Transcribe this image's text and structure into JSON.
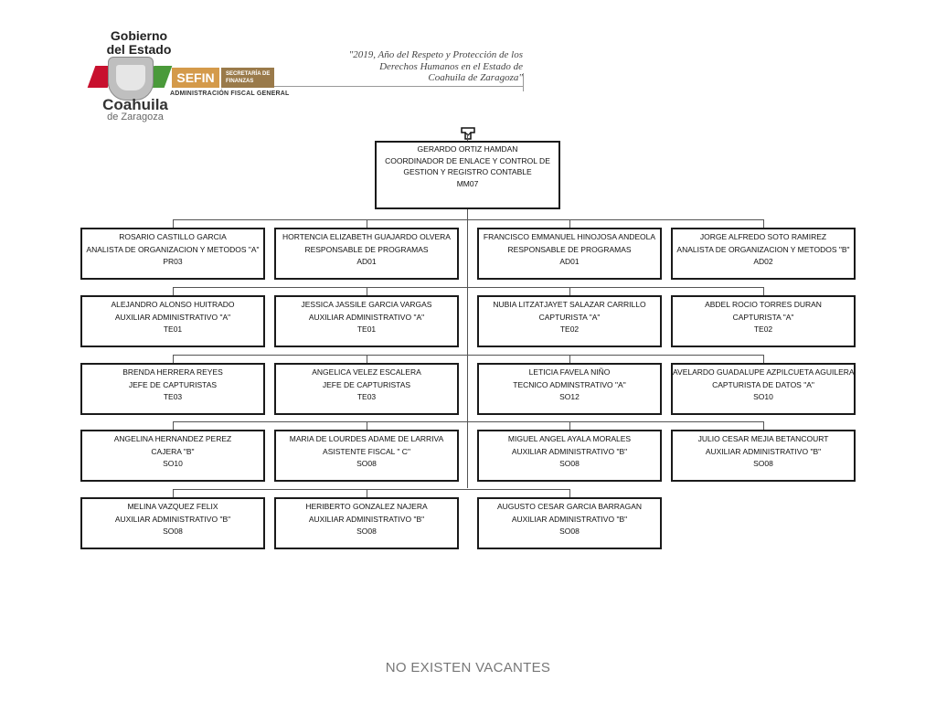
{
  "header": {
    "logo": {
      "line1": "Gobierno",
      "line2": "del Estado",
      "state": "Coahuila",
      "state_sub": "de Zaragoza",
      "sefin": "SEFIN",
      "secretaria": "SECRETARÍA DE FINANZAS",
      "agency": "ADMINISTRACIÓN FISCAL GENERAL"
    },
    "motto_lines": [
      "\"2019, Año del Respeto y Protección de los",
      "Derechos Humanos en el Estado de",
      "Coahuila de Zaragoza\""
    ]
  },
  "org_chart": {
    "head": {
      "name": "GERARDO ORTIZ HAMDAN",
      "title_line1": "COORDINADOR DE ENLACE Y CONTROL DE",
      "title_line2": "GESTION Y REGISTRO CONTABLE",
      "code": "MM07"
    },
    "staff": [
      {
        "name": "ROSARIO CASTILLO GARCIA",
        "title": "ANALISTA DE ORGANIZACION Y METODOS \"A\"",
        "code": "PR03"
      },
      {
        "name": "HORTENCIA ELIZABETH GUAJARDO OLVERA",
        "title": "RESPONSABLE DE PROGRAMAS",
        "code": "AD01"
      },
      {
        "name": "FRANCISCO EMMANUEL HINOJOSA ANDEOLA",
        "title": "RESPONSABLE DE PROGRAMAS",
        "code": "AD01"
      },
      {
        "name": "JORGE ALFREDO SOTO RAMIREZ",
        "title": "ANALISTA DE ORGANIZACION Y METODOS \"B\"",
        "code": "AD02"
      },
      {
        "name": "ALEJANDRO ALONSO HUITRADO",
        "title": "AUXILIAR ADMINISTRATIVO \"A\"",
        "code": "TE01"
      },
      {
        "name": "JESSICA JASSILE GARCIA VARGAS",
        "title": "AUXILIAR ADMINISTRATIVO \"A\"",
        "code": "TE01"
      },
      {
        "name": "NUBIA LITZATJAYET SALAZAR CARRILLO",
        "title": "CAPTURISTA \"A\"",
        "code": "TE02"
      },
      {
        "name": "ABDEL ROCIO TORRES DURAN",
        "title": "CAPTURISTA \"A\"",
        "code": "TE02"
      },
      {
        "name": "BRENDA HERRERA REYES",
        "title": "JEFE DE CAPTURISTAS",
        "code": "TE03"
      },
      {
        "name": "ANGELICA VELEZ ESCALERA",
        "title": "JEFE DE CAPTURISTAS",
        "code": "TE03"
      },
      {
        "name": "LETICIA FAVELA NIÑO",
        "title": "TECNICO ADMINSTRATIVO \"A\"",
        "code": "SO12"
      },
      {
        "name": "AVELARDO GUADALUPE AZPILCUETA AGUILERA",
        "title": "CAPTURISTA DE DATOS  \"A\"",
        "code": "SO10"
      },
      {
        "name": "ANGELINA HERNANDEZ PEREZ",
        "title": "CAJERA \"B\"",
        "code": "SO10"
      },
      {
        "name": "MARIA DE LOURDES ADAME DE LARRIVA",
        "title": "ASISTENTE FISCAL \" C\"",
        "code": "SO08"
      },
      {
        "name": "MIGUEL ANGEL AYALA MORALES",
        "title": "AUXILIAR ADMINISTRATIVO \"B\"",
        "code": "SO08"
      },
      {
        "name": "JULIO CESAR MEJIA BETANCOURT",
        "title": "AUXILIAR ADMINISTRATIVO \"B\"",
        "code": "SO08"
      },
      {
        "name": "MELINA VAZQUEZ FELIX",
        "title": "AUXILIAR ADMINISTRATIVO \"B\"",
        "code": "SO08"
      },
      {
        "name": "HERIBERTO GONZALEZ NAJERA",
        "title": "AUXILIAR ADMINISTRATIVO \"B\"",
        "code": "SO08"
      },
      {
        "name": "AUGUSTO CESAR GARCIA BARRAGAN",
        "title": "AUXILIAR ADMINISTRATIVO \"B\"",
        "code": "SO08"
      }
    ]
  },
  "footer": "NO EXISTEN VACANTES"
}
